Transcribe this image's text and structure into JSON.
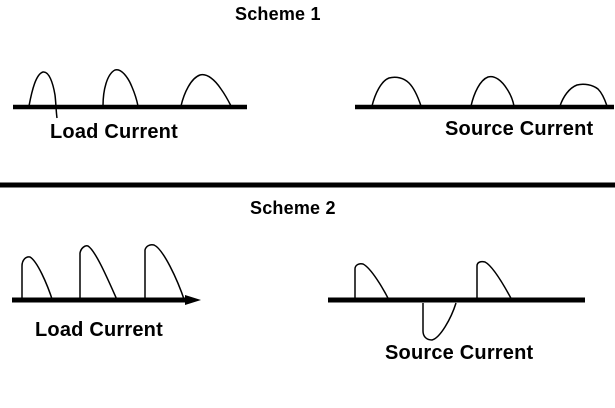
{
  "figure": {
    "description": "Hand-sketched comparison of load and source current waveforms for two power-converter schemes",
    "colors": {
      "ink": "#000000",
      "background": "#ffffff"
    }
  },
  "scheme1": {
    "title": "Scheme 1",
    "load": {
      "label": "Load Current",
      "pulse_count": 3,
      "polarity": "all positive",
      "pulse_shape": "rounded half-sine humps above axis"
    },
    "source": {
      "label": "Source Current",
      "pulse_count": 3,
      "polarity": "all positive",
      "pulse_shape": "rounded half-sine humps above axis"
    }
  },
  "scheme2": {
    "title": "Scheme 2",
    "load": {
      "label": "Load Current",
      "pulse_count": 3,
      "polarity": "all positive",
      "pulse_shape": "steep vertical rise with convex decaying tail",
      "axis_has_arrowhead": true
    },
    "source": {
      "label": "Source Current",
      "pulse_count": 3,
      "polarity": "positive, negative, positive",
      "pulse_shape": "steep vertical rise with convex decaying tail; middle pulse inverted below axis"
    }
  }
}
